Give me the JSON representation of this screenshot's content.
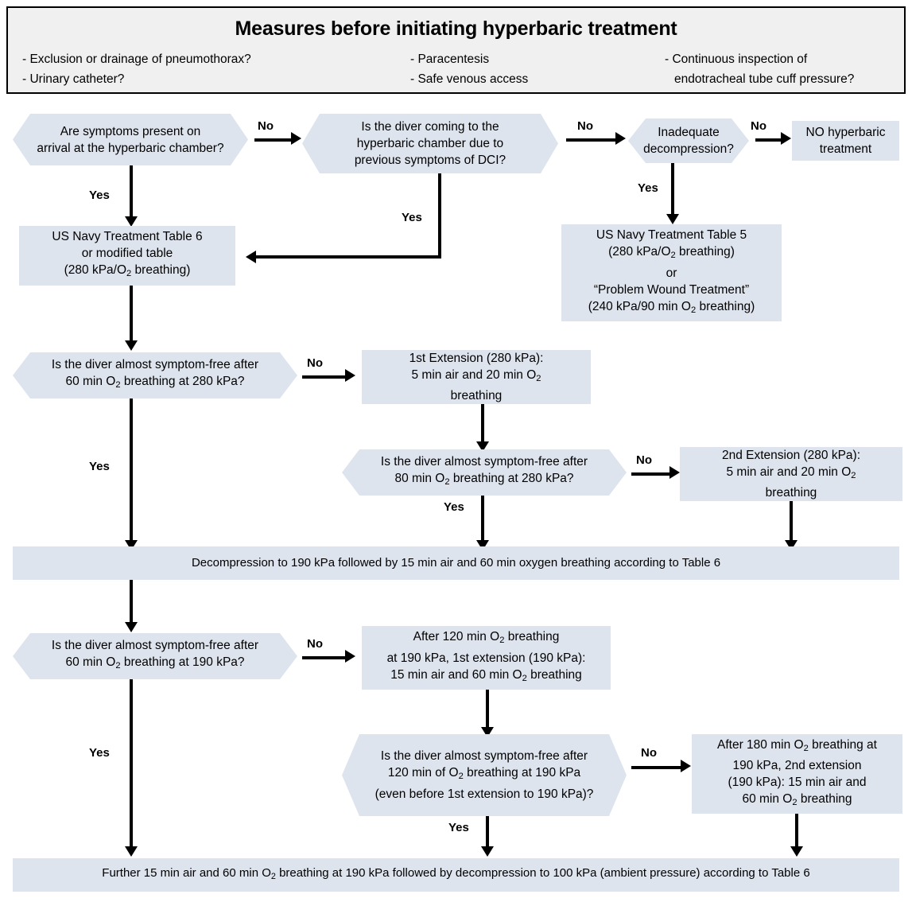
{
  "header": {
    "title": "Measures before initiating hyperbaric treatment",
    "col1": [
      "- Exclusion or drainage of pneumothorax?",
      "- Urinary catheter?"
    ],
    "col2": [
      "- Paracentesis",
      "- Safe venous access"
    ],
    "col3": [
      "- Continuous inspection of",
      "endotracheal tube cuff pressure?"
    ]
  },
  "nodes": {
    "q_symptoms_arrival": "Are symptoms present on<br>arrival at the hyperbaric chamber?",
    "q_previous_dci": "Is the diver coming to the<br>hyperbaric chamber due to<br>previous symptoms of DCI?",
    "q_inadequate_decompression": "Inadequate<br>decompression?",
    "no_treatment": "NO hyperbaric<br>treatment",
    "table6": "US Navy Treatment Table 6<br>or modified table<br>(280 kPa/O<sub>2</sub> breathing)",
    "table5": "US Navy Treatment Table 5<br>(280 kPa/O<sub>2</sub> breathing)<br>or<br>&ldquo;Problem Wound Treatment&rdquo;<br>(240 kPa/90 min O<sub>2</sub> breathing)",
    "q_60min_280": "Is the diver almost symptom-free after<br>60 min O<sub>2</sub> breathing at 280 kPa?",
    "ext1_280": "1st Extension (280 kPa):<br>5 min air and 20 min O<sub>2</sub><br>breathing",
    "q_80min_280": "Is the diver almost symptom-free after<br>80 min O<sub>2</sub> breathing at 280 kPa?",
    "ext2_280": "2nd Extension (280 kPa):<br>5 min air and 20 min O<sub>2</sub><br>breathing",
    "decomp_190": "Decompression to 190 kPa followed by 15 min air and 60 min oxygen breathing according to Table 6",
    "q_60min_190": "Is the diver almost symptom-free after<br>60 min O<sub>2</sub> breathing at 190 kPa?",
    "ext1_190": "After 120 min O<sub>2</sub> breathing<br>at 190 kPa, 1st extension (190 kPa):<br>15 min air and 60 min O<sub>2</sub> breathing",
    "q_120min_190": "Is the diver almost symptom-free after<br>120 min of O<sub>2</sub> breathing at 190 kPa<br>(even before 1st extension to 190 kPa)?",
    "ext2_190": "After 180 min O<sub>2</sub> breathing at<br>190 kPa, 2nd extension<br>(190 kPa): 15 min air and<br>60 min O<sub>2</sub> breathing",
    "final": "Further 15 min air and 60 min O<sub>2</sub> breathing at 190 kPa followed by decompression to 100 kPa (ambient pressure) according to Table 6"
  },
  "edge_labels": {
    "no_1": "No",
    "no_2": "No",
    "no_3": "No",
    "no_4": "No",
    "no_5": "No",
    "no_6": "No",
    "no_7": "No",
    "yes_1": "Yes",
    "yes_2": "Yes",
    "yes_3": "Yes",
    "yes_4": "Yes",
    "yes_5": "Yes",
    "yes_6": "Yes",
    "yes_7": "Yes"
  },
  "colors": {
    "node_fill": "#dee4ee",
    "header_fill": "#f0f0f0",
    "line": "#000000",
    "text": "#000000"
  }
}
